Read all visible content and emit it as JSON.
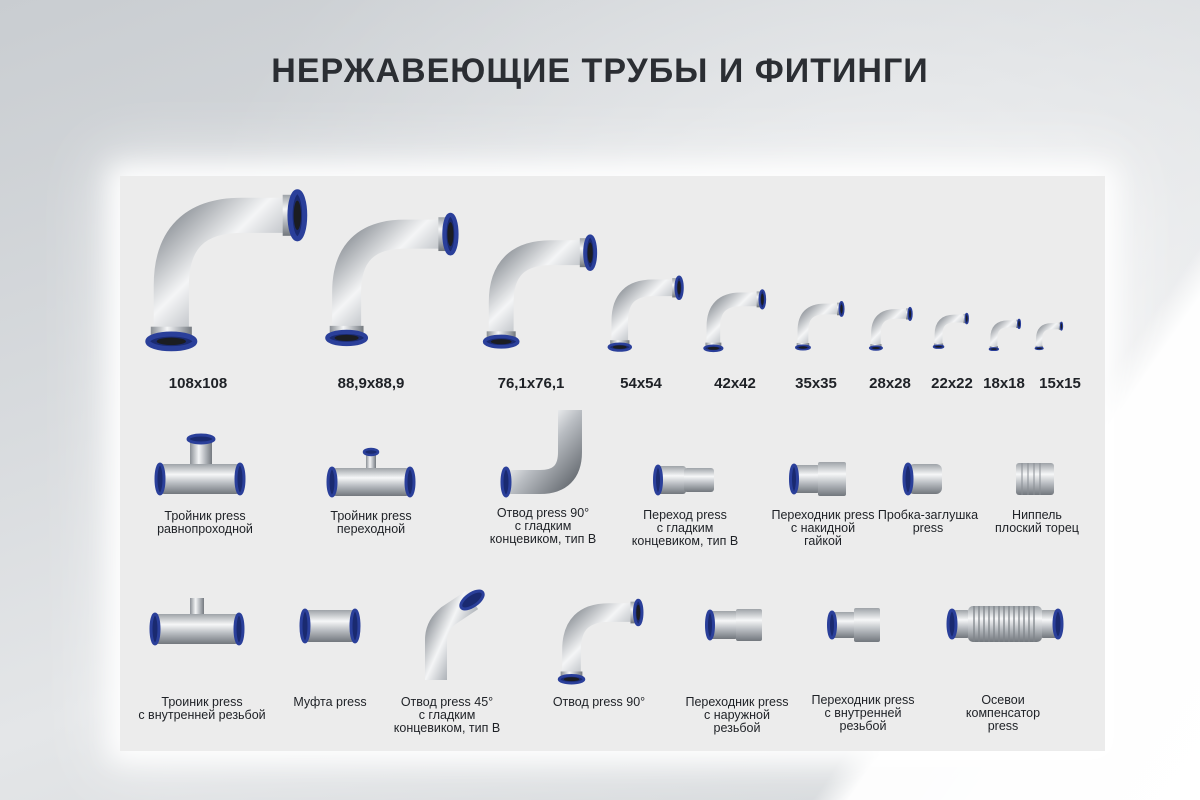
{
  "title": "НЕРЖАВЕЮЩИЕ ТРУБЫ И ФИТИНГИ",
  "elbow_sizes": [
    "108x108",
    "88,9x88,9",
    "76,1x76,1",
    "54x54",
    "42x42",
    "35x35",
    "28x28",
    "22x22",
    "18x18",
    "15x15"
  ],
  "row2": [
    {
      "lines": [
        "Тройник press",
        "равнопроходной"
      ]
    },
    {
      "lines": [
        "Тройник press",
        "переходной"
      ]
    },
    {
      "lines": [
        "Отвод press 90°",
        "с гладким",
        "концевиком, тип В"
      ]
    },
    {
      "lines": [
        "Переход press",
        "с гладким",
        "концевиком, тип В"
      ]
    },
    {
      "lines": [
        "Переходник press",
        "с накидной",
        "гайкой"
      ]
    },
    {
      "lines": [
        "Пробка-заглушка",
        "press"
      ]
    },
    {
      "lines": [
        "Ниппель",
        "плоский торец"
      ]
    }
  ],
  "row3": [
    {
      "lines": [
        "Троиник press",
        "с внутренней резьбой"
      ]
    },
    {
      "lines": [
        "Муфта press"
      ]
    },
    {
      "lines": [
        "Отвод press 45°",
        "с гладким",
        "концевиком, тип В"
      ]
    },
    {
      "lines": [
        "Отвод press 90°"
      ]
    },
    {
      "lines": [
        "Переходник press",
        "с наружной",
        "резьбой"
      ]
    },
    {
      "lines": [
        "Переходник press",
        "с внутренней",
        "резьбой"
      ]
    },
    {
      "lines": [
        "Осевои",
        "компенсатор",
        "press"
      ]
    }
  ],
  "colors": {
    "steel_light": "#f2f3f4",
    "steel_dark": "#8e9399",
    "ring_blue": "#2a3f9a",
    "text": "#1e2126"
  }
}
